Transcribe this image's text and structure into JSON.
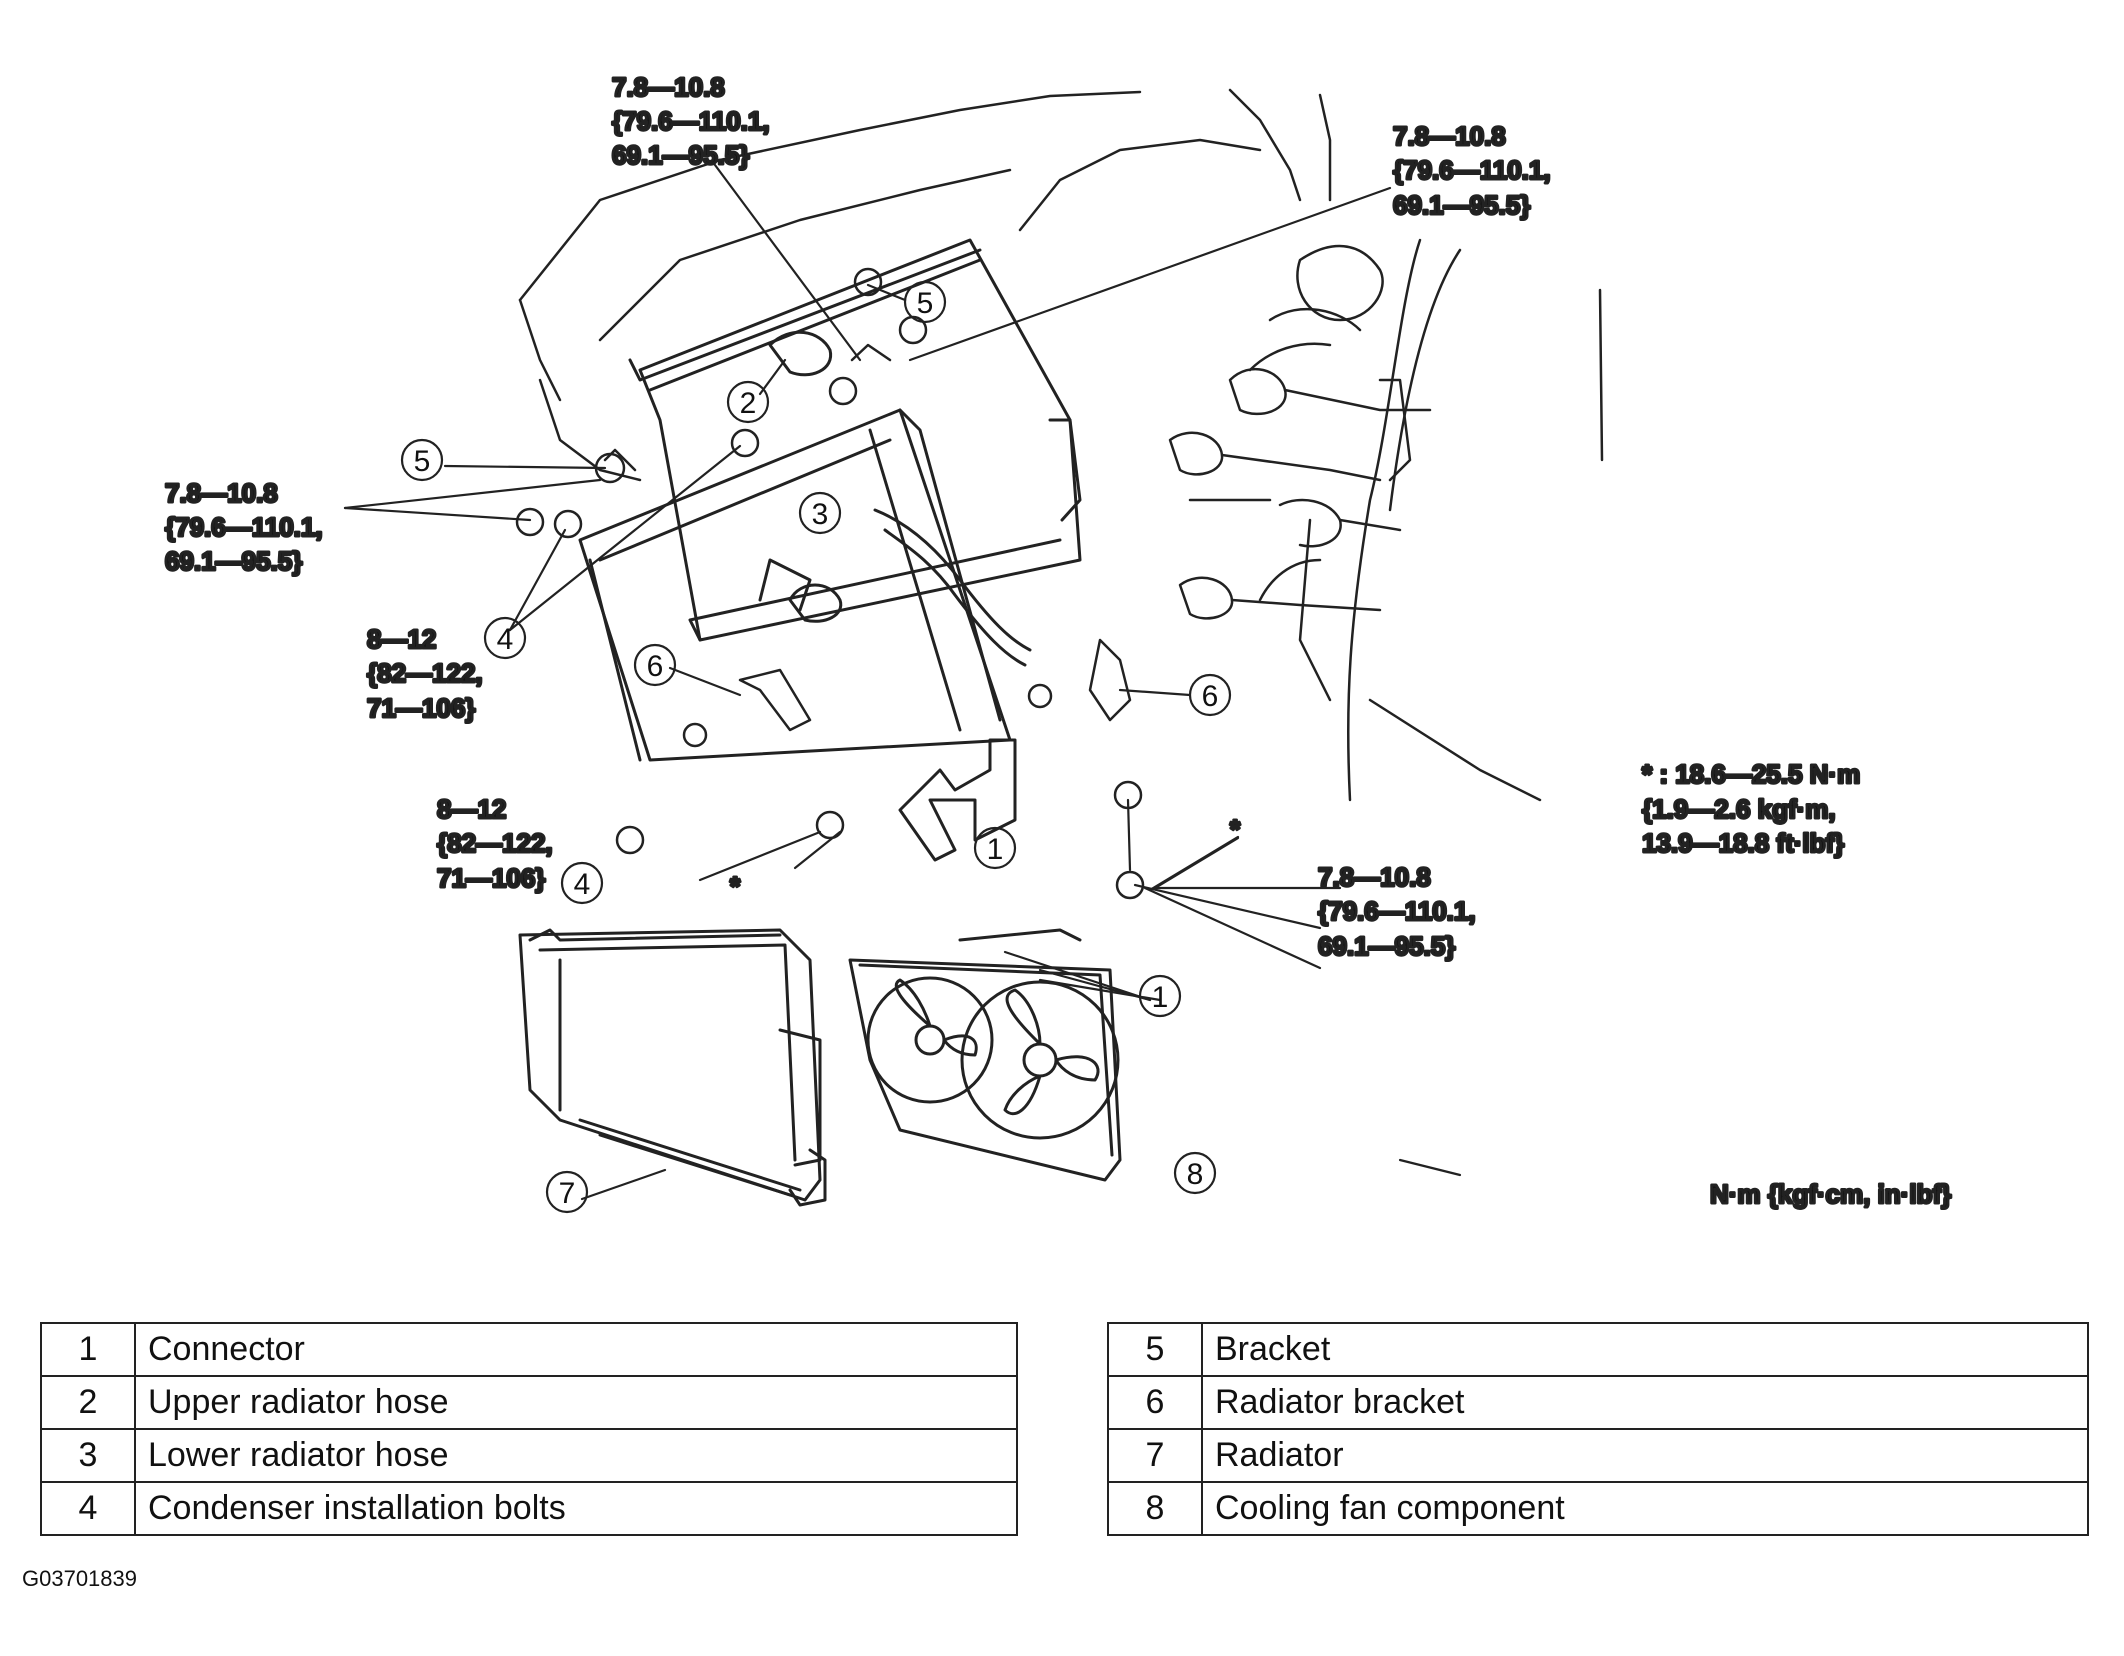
{
  "torque_labels": [
    [
      "7.8—10.8",
      "{79.6—110.1,",
      "69.1—95.5}"
    ],
    [
      "7.8—10.8",
      "{79.6—110.1,",
      "69.1—95.5}"
    ],
    [
      "7.8—10.8",
      "{79.6—110.1,",
      "69.1—95.5}"
    ],
    [
      "8—12",
      "{82—122,",
      "71—106}"
    ],
    [
      "8—12",
      "{82—122,",
      "71—106}"
    ],
    [
      "7.8—10.8",
      "{79.6—110.1,",
      "69.1—95.5}"
    ],
    [
      "* : 18.6—25.5 N·m",
      "{1.9—2.6 kgf·m,",
      "13.9—18.8 ft·lbf}"
    ]
  ],
  "callouts": [
    "1",
    "2",
    "3",
    "4",
    "5",
    "6",
    "7",
    "8"
  ],
  "asterisk": "*",
  "units_note": "N·m {kgf·cm, in·lbf}",
  "parts_left": [
    {
      "num": "1",
      "name": "Connector"
    },
    {
      "num": "2",
      "name": "Upper radiator hose"
    },
    {
      "num": "3",
      "name": "Lower radiator hose"
    },
    {
      "num": "4",
      "name": "Condenser installation bolts"
    }
  ],
  "parts_right": [
    {
      "num": "5",
      "name": "Bracket"
    },
    {
      "num": "6",
      "name": "Radiator bracket"
    },
    {
      "num": "7",
      "name": "Radiator"
    },
    {
      "num": "8",
      "name": "Cooling fan component"
    }
  ],
  "figure_code": "G03701839"
}
